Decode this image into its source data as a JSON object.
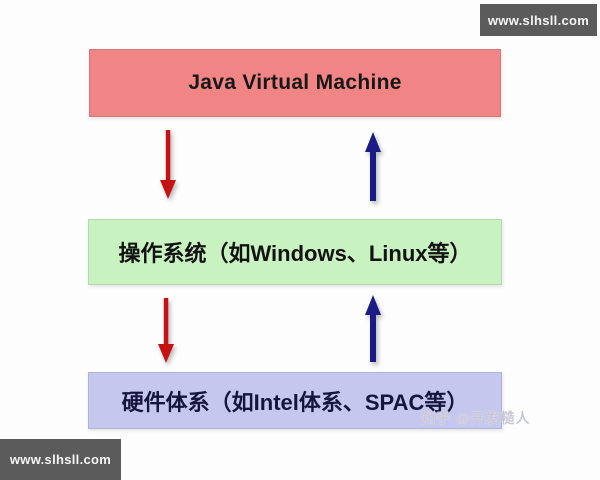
{
  "watermarks": {
    "site_top_right": "www.slhsll.com",
    "site_bottom_left": "www.slhsll.com",
    "zhihu": "知乎 @开发糙人"
  },
  "diagram": {
    "nodes": [
      {
        "id": "jvm",
        "label": "Java Virtual Machine",
        "bg": "#f18585"
      },
      {
        "id": "os",
        "label": "操作系统（如Windows、Linux等）",
        "bg": "#c9f2c1"
      },
      {
        "id": "hardware",
        "label": "硬件体系（如Intel体系、SPAC等）",
        "bg": "#c6c7ee"
      }
    ],
    "arrows": [
      {
        "from": "jvm",
        "to": "os",
        "direction": "down",
        "color": "#c51313"
      },
      {
        "from": "os",
        "to": "jvm",
        "direction": "up",
        "color": "#1b1b85"
      },
      {
        "from": "os",
        "to": "hardware",
        "direction": "down",
        "color": "#c51313"
      },
      {
        "from": "hardware",
        "to": "os",
        "direction": "up",
        "color": "#1b1b85"
      }
    ]
  },
  "colors": {
    "background": "#fdfdfd",
    "watermark_box": "#5b5b5b",
    "watermark_text": "#f5f5f5",
    "zhihu_text": "#c7c7d6"
  }
}
